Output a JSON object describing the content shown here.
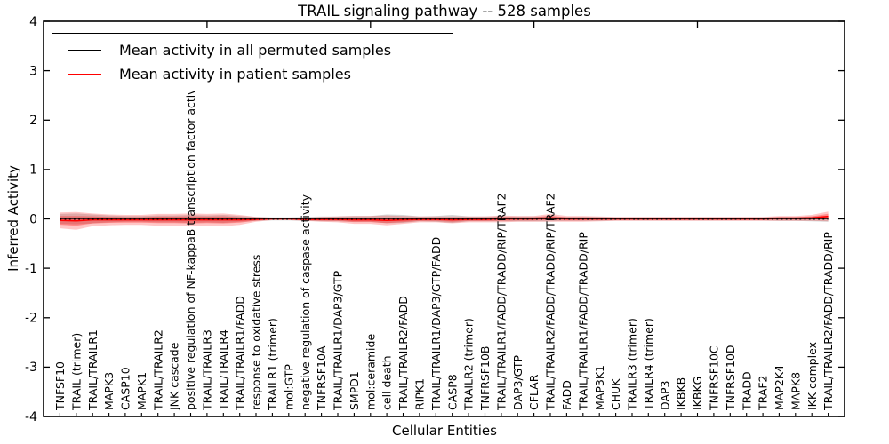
{
  "page": {
    "background": "#ffffff"
  },
  "chart_data": {
    "type": "line",
    "title": "TRAIL signaling pathway -- 528 samples",
    "xlabel": "Cellular Entities",
    "ylabel": "Inferred Activity",
    "ylim": [
      -4,
      4
    ],
    "yticks": [
      4,
      3,
      2,
      1,
      0,
      -1,
      -2,
      -3,
      -4
    ],
    "x_major_ticks_top": [
      10,
      20,
      30,
      40
    ],
    "grid": false,
    "colors": {
      "permuted": "#000000",
      "patient": "#ff0000",
      "patient_band": "rgba(255,0,0,0.28)",
      "permuted_band": "rgba(120,120,120,0.30)"
    },
    "legend": {
      "position": "upper left",
      "entries": [
        {
          "label": "Mean activity in all permuted samples",
          "color": "#000000"
        },
        {
          "label": "Mean activity in patient samples",
          "color": "#ff0000"
        }
      ]
    },
    "categories": [
      "TNFSF10",
      "TRAIL (trimer)",
      "TRAIL/TRAILR1",
      "MAPK3",
      "CASP10",
      "MAPK1",
      "TRAIL/TRAILR2",
      "JNK cascade",
      "positive regulation of NF-kappaB transcription factor activity",
      "TRAIL/TRAILR3",
      "TRAIL/TRAILR4",
      "TRAIL/TRAILR1/FADD",
      "response to oxidative stress",
      "TRAILR1 (trimer)",
      "mol:GTP",
      "negative regulation of caspase activity",
      "TNFRSF10A",
      "TRAIL/TRAILR1/DAP3/GTP",
      "SMPD1",
      "mol:ceramide",
      "cell death",
      "TRAIL/TRAILR2/FADD",
      "RIPK1",
      "TRAIL/TRAILR1/DAP3/GTP/FADD",
      "CASP8",
      "TRAILR2 (trimer)",
      "TNFRSF10B",
      "TRAIL/TRAILR1/FADD/TRADD/RIP/TRAF2",
      "DAP3/GTP",
      "CFLAR",
      "TRAIL/TRAILR2/FADD/TRADD/RIP/TRAF2",
      "FADD",
      "TRAIL/TRAILR1/FADD/TRADD/RIP",
      "MAP3K1",
      "CHUK",
      "TRAILR3 (trimer)",
      "TRAILR4 (trimer)",
      "DAP3",
      "IKBKB",
      "IKBKG",
      "TNFRSF10C",
      "TNFRSF10D",
      "TRADD",
      "TRAF2",
      "MAP2K4",
      "MAPK8",
      "IKK complex",
      "TRAIL/TRAILR2/FADD/TRADD/RIP"
    ],
    "series": [
      {
        "name": "Mean activity in all permuted samples",
        "color": "#000000",
        "style": "dotted",
        "values": [
          0,
          0,
          0,
          0,
          0,
          0,
          0,
          0,
          0,
          0,
          0,
          0,
          0,
          0,
          0,
          0,
          0,
          0,
          0,
          0,
          0,
          0,
          0,
          0,
          0,
          0,
          0,
          0,
          0,
          0,
          0,
          0,
          0,
          0,
          0,
          0,
          0,
          0,
          0,
          0,
          0,
          0,
          0,
          0,
          0,
          0,
          0,
          0
        ]
      },
      {
        "name": "Mean activity in patient samples",
        "color": "#ff0000",
        "style": "solid",
        "values": [
          -0.03,
          -0.04,
          -0.02,
          -0.02,
          -0.02,
          -0.02,
          -0.02,
          -0.02,
          -0.02,
          -0.02,
          -0.02,
          -0.02,
          -0.01,
          0,
          0,
          -0.01,
          -0.01,
          -0.01,
          -0.02,
          -0.02,
          -0.03,
          -0.02,
          -0.01,
          -0.01,
          -0.02,
          -0.01,
          -0.01,
          0,
          0,
          0,
          0.02,
          0,
          0,
          0,
          0,
          0,
          0,
          0,
          0,
          0,
          0,
          0,
          0,
          0,
          0.01,
          0.01,
          0.02,
          0.05
        ]
      },
      {
        "name": "Patient samples std band (half-width)",
        "color": "rgba(255,0,0,0.28)",
        "values": [
          0.16,
          0.18,
          0.13,
          0.11,
          0.1,
          0.1,
          0.12,
          0.12,
          0.13,
          0.12,
          0.13,
          0.1,
          0.05,
          0.025,
          0.025,
          0.03,
          0.05,
          0.06,
          0.08,
          0.08,
          0.1,
          0.08,
          0.06,
          0.06,
          0.07,
          0.06,
          0.06,
          0.07,
          0.06,
          0.06,
          0.08,
          0.06,
          0.06,
          0.05,
          0.04,
          0.04,
          0.04,
          0.04,
          0.04,
          0.04,
          0.04,
          0.04,
          0.04,
          0.04,
          0.05,
          0.05,
          0.06,
          0.1
        ]
      },
      {
        "name": "Permuted samples std band (half-width)",
        "color": "rgba(120,120,120,0.30)",
        "values": [
          0.1,
          0.11,
          0.09,
          0.07,
          0.06,
          0.06,
          0.07,
          0.07,
          0.08,
          0.07,
          0.08,
          0.06,
          0.04,
          0.03,
          0.03,
          0.04,
          0.05,
          0.05,
          0.06,
          0.06,
          0.09,
          0.08,
          0.05,
          0.06,
          0.08,
          0.05,
          0.05,
          0.05,
          0.05,
          0.05,
          0.05,
          0.04,
          0.04,
          0.04,
          0.03,
          0.03,
          0.03,
          0.03,
          0.03,
          0.03,
          0.03,
          0.03,
          0.03,
          0.03,
          0.04,
          0.04,
          0.05,
          0.06
        ]
      }
    ]
  }
}
